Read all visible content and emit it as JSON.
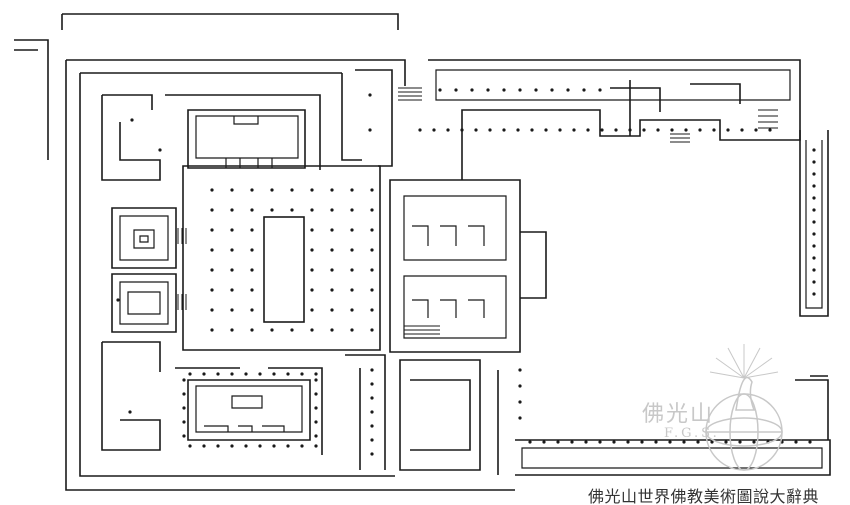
{
  "logo": {
    "chinese": "佛光山",
    "english": "F.G.S."
  },
  "caption": "佛光山世界佛教美術圖說大辭典"
}
